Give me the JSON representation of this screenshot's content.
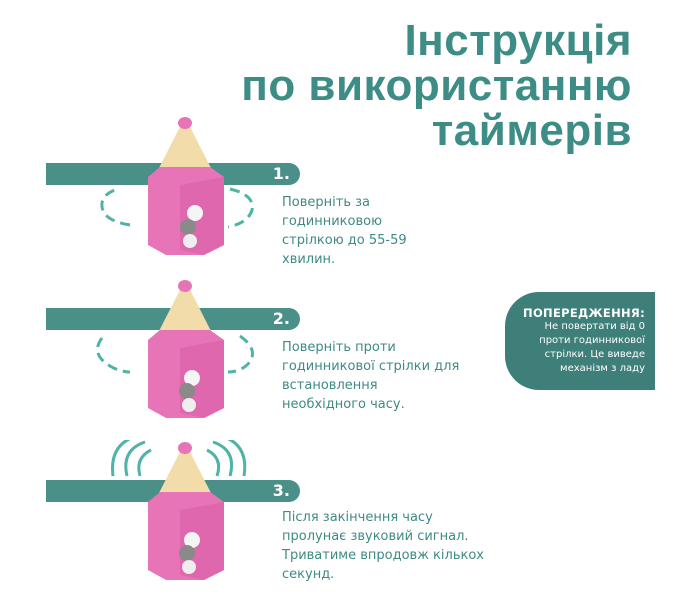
{
  "title": {
    "line1": "Інструкція",
    "line2": "по використанню",
    "line3": "таймерів"
  },
  "steps": [
    {
      "number": "1.",
      "lines": [
        "Поверніть за",
        "годинниковою",
        "стрілкою до 55-59",
        "хвилин."
      ]
    },
    {
      "number": "2.",
      "lines": [
        "Поверніть проти",
        "годинникової стрілки для",
        "встановлення",
        "необхідного  часу."
      ]
    },
    {
      "number": "3.",
      "lines": [
        "Після закінчення часу",
        "пролунає звуковий сигнал.",
        "Триватиме впродовж кількох",
        "секунд."
      ]
    }
  ],
  "warning": {
    "heading": "ПОПЕРЕДЖЕННЯ:",
    "lines": [
      "Не повертати від 0",
      "проти годинникової",
      "стрілки. Це виведе",
      "механізм з ладу"
    ]
  },
  "colors": {
    "teal": "#4a9089",
    "pink": "#e874b8",
    "wood": "#f2dcaa"
  }
}
